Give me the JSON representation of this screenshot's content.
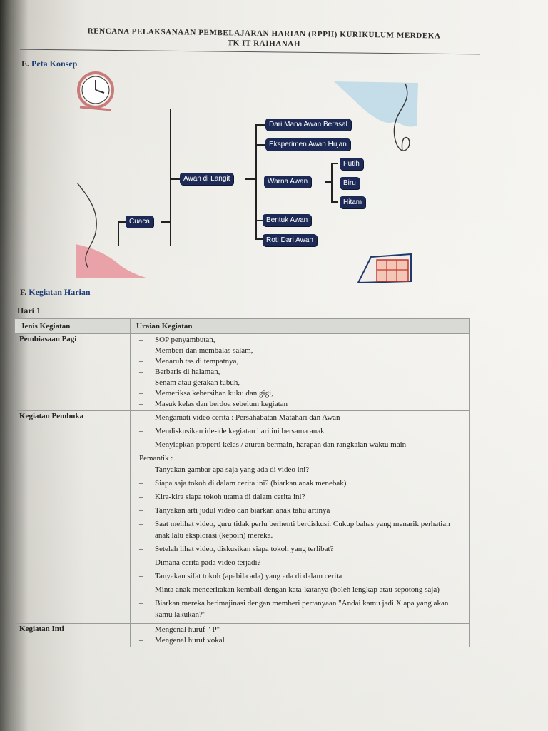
{
  "document": {
    "title_line1": "RENCANA PELAKSANAAN PEMBELAJARAN HARIAN (RPPH) KURIKULUM MERDEKA",
    "title_line2": "TK IT RAIHANAH"
  },
  "concept_map": {
    "section_number": "E.",
    "section_title": "Peta Konsep",
    "root": "Cuaca",
    "level1": "Awan di Langit",
    "branches": [
      "Dari Mana Awan Berasal",
      "Eksperimen Awan Hujan",
      "Warna Awan",
      "Bentuk Awan",
      "Roti Dari Awan"
    ],
    "colors": [
      "Putih",
      "Biru",
      "Hitam"
    ],
    "node_color": "#1d2a55"
  },
  "activities": {
    "section_number": "F.",
    "section_title": "Kegiatan Harian",
    "day_label": "Hari 1",
    "headers": {
      "type": "Jenis Kegiatan",
      "description": "Uraian Kegiatan"
    },
    "rows": [
      {
        "type": "Pembiasaan Pagi",
        "items": [
          "SOP penyambutan,",
          "Memberi dan membalas salam,",
          "Menaruh tas di tempatnya,",
          "Berbaris di halaman,",
          "Senam atau gerakan tubuh,",
          "Memeriksa kebersihan kuku dan gigi,",
          "Masuk kelas dan berdoa sebelum kegiatan"
        ]
      },
      {
        "type": "Kegiatan Pembuka",
        "items": [
          "Mengamati video cerita : Persahabatan Matahari dan Awan",
          "Mendiskusikan ide-ide kegiatan hari ini bersama anak",
          "Menyiapkan properti kelas / aturan bermain, harapan dan rangkaian waktu main"
        ],
        "sub_label": "Pemantik :",
        "sub_items": [
          "Tanyakan gambar apa saja yang ada di video ini?",
          "Siapa saja tokoh di dalam cerita ini? (biarkan anak menebak)",
          "Kira-kira siapa tokoh utama di dalam cerita ini?",
          "Tanyakan arti judul video dan biarkan anak tahu artinya",
          "Saat melihat video, guru tidak perlu berhenti berdiskusi. Cukup bahas yang menarik perhatian anak lalu eksplorasi (kepoin) mereka.",
          "Setelah lihat video, diskusikan siapa tokoh yang terlibat?",
          "Dimana cerita pada video terjadi?",
          "Tanyakan sifat tokoh (apabila ada) yang ada di dalam cerita",
          "Minta anak menceritakan kembali dengan kata-katanya (boleh lengkap atau sepotong saja)",
          "Biarkan mereka berimajinasi dengan memberi pertanyaan \"Andai kamu jadi X apa yang akan kamu lakukan?\""
        ]
      },
      {
        "type": "Kegiatan Inti",
        "items": [
          "Mengenal huruf \" P\"",
          "Mengenal huruf vokal"
        ]
      }
    ]
  }
}
